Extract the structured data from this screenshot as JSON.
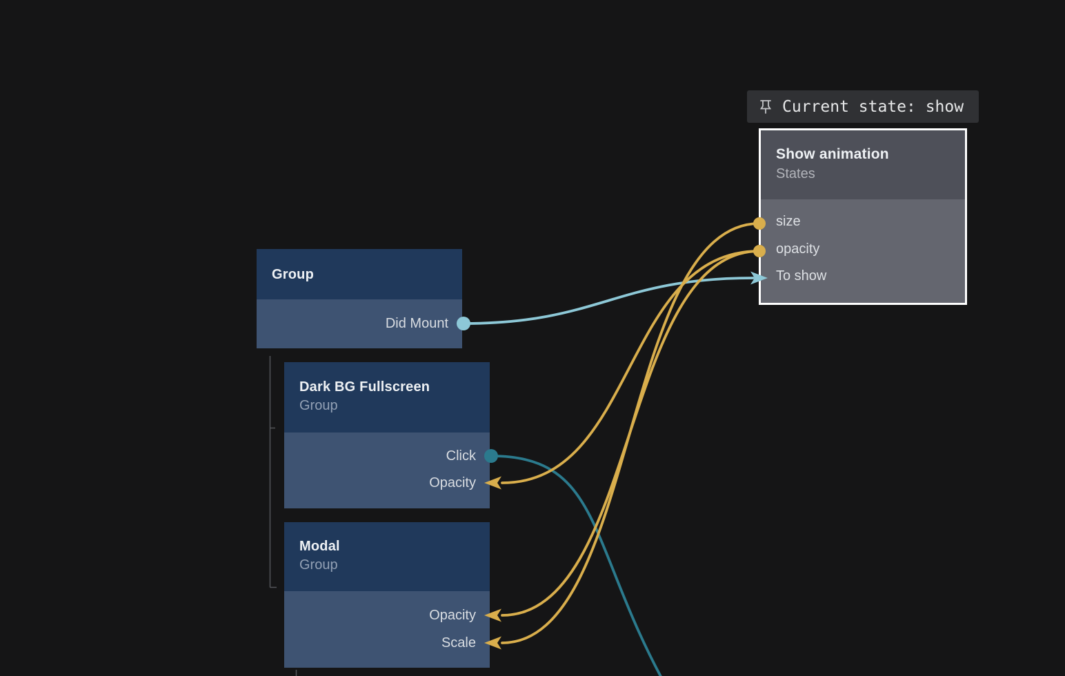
{
  "banner": {
    "label": "Current state: show",
    "pin_icon": "pushpin-icon"
  },
  "nodes": {
    "state": {
      "title": "Show animation",
      "subtitle": "States",
      "ports": {
        "size": "size",
        "opacity": "opacity",
        "to_show": "To show"
      }
    },
    "group": {
      "title": "Group",
      "ports": {
        "did_mount": "Did Mount"
      }
    },
    "dark_bg": {
      "title": "Dark BG Fullscreen",
      "subtitle": "Group",
      "ports": {
        "click": "Click",
        "opacity": "Opacity"
      }
    },
    "modal": {
      "title": "Modal",
      "subtitle": "Group",
      "ports": {
        "opacity": "Opacity",
        "scale": "Scale"
      }
    }
  },
  "connections": [
    {
      "from": "group.did_mount",
      "to": "state.to_show",
      "color_key": "teal_light"
    },
    {
      "from": "dark_bg.click",
      "to": "offscreen-bottom",
      "color_key": "teal_dark"
    },
    {
      "from": "state.opacity",
      "to": "dark_bg.opacity",
      "color_key": "yellow"
    },
    {
      "from": "state.opacity",
      "to": "modal.opacity",
      "color_key": "yellow"
    },
    {
      "from": "state.size",
      "to": "modal.scale",
      "color_key": "yellow"
    }
  ],
  "colors": {
    "background": "#151516",
    "node_header_blue": "#20395b",
    "node_body_blue": "#3e5372",
    "node_header_gray": "#4e5059",
    "node_body_gray": "#64666f",
    "selection_border": "#ffffff",
    "yellow": "#d9ae4c",
    "teal_light": "#8dc8d7",
    "teal_dark": "#2b7a8d",
    "tree_line": "#55565a",
    "banner_bg": "#303134",
    "banner_text": "#e6e7e8",
    "pin_icon": "#c4c5c8"
  }
}
